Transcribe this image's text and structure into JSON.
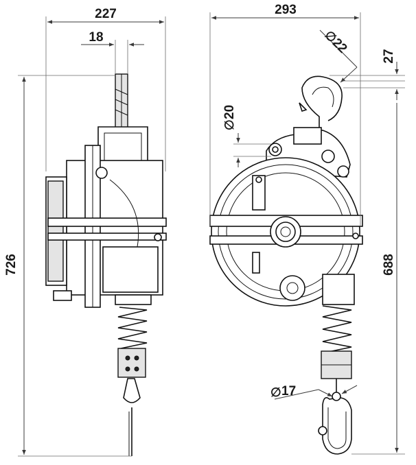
{
  "dimensions": {
    "side_width": "227",
    "hook_width": "18",
    "side_height": "726",
    "front_width": "293",
    "hook_diameter": "22",
    "hook_offset": "27",
    "eye_diameter": "20",
    "front_height": "688",
    "carabiner_diameter": "17"
  },
  "diameter_symbol": "∅",
  "colors": {
    "line": "#111111",
    "dimension_line": "#3a3a3a",
    "shade": "#e4e4e4",
    "background": "#ffffff"
  }
}
